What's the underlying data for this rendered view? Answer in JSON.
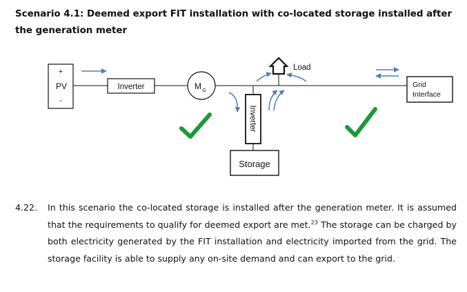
{
  "heading": "Scenario 4.1: Deemed export FIT installation with co-located storage installed after the generation meter",
  "diagram": {
    "pv_plus": "+",
    "pv_label": "PV",
    "pv_minus": "-",
    "inverter_label": "Inverter",
    "meter_main": "M",
    "meter_sub": "G",
    "load_label": "Load",
    "storage_inverter_label": "Inverter",
    "storage_label": "Storage",
    "grid_label_line1": "Grid",
    "grid_label_line2": "Interface",
    "arrow_color": "#4a7ebb",
    "check_color": "#1a9a3a"
  },
  "paragraph": {
    "number": "4.22.",
    "text_before_ref": "In this scenario the co-located storage is installed after the generation meter. It is assumed that the requirements to qualify for deemed export are met.",
    "footnote_ref": "23",
    "text_after_ref": " The storage can be charged by both electricity generated by the FIT installation and electricity imported from the grid. The storage facility is able to supply any on-site demand and can export to the grid."
  }
}
